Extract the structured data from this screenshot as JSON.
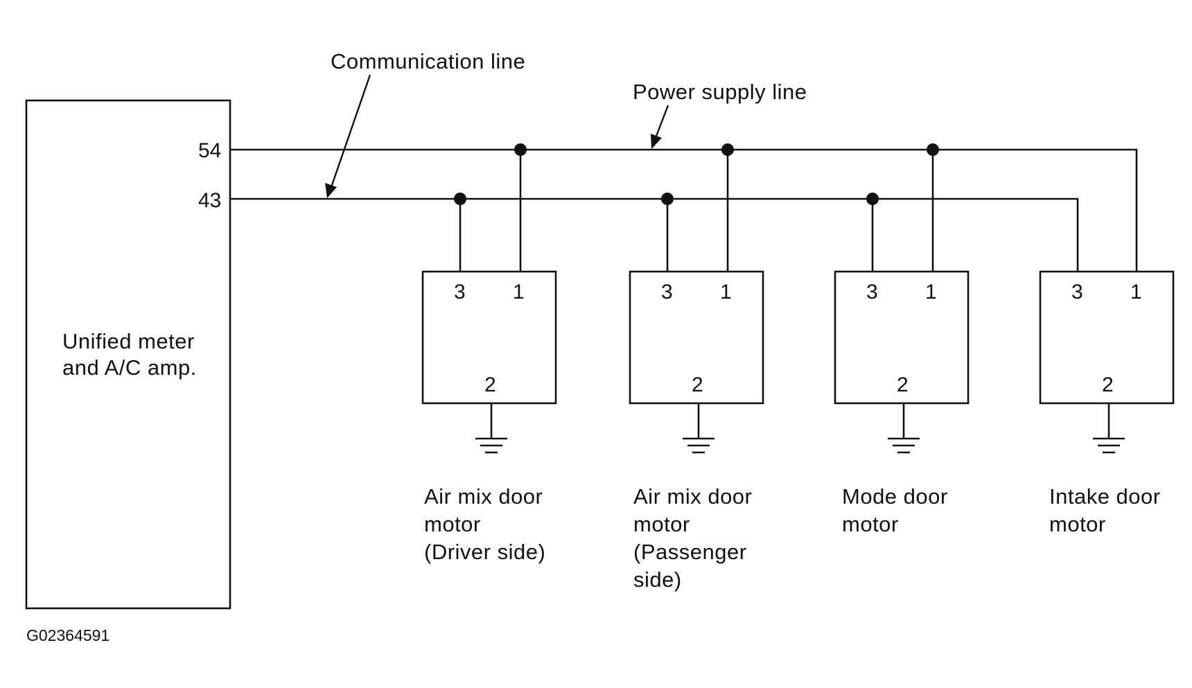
{
  "labels": {
    "communication_line": "Communication line",
    "power_supply_line": "Power supply line",
    "terminal_54": "54",
    "terminal_43": "43",
    "figure_code": "G02364591"
  },
  "amp": {
    "line1": "Unified meter",
    "line2": "and A/C amp."
  },
  "motors": [
    {
      "pins": [
        "3",
        "1",
        "2"
      ],
      "name_lines": [
        "Air mix door",
        "motor",
        "(Driver side)"
      ]
    },
    {
      "pins": [
        "3",
        "1",
        "2"
      ],
      "name_lines": [
        "Air mix door",
        "motor",
        "(Passenger",
        "side)"
      ]
    },
    {
      "pins": [
        "3",
        "1",
        "2"
      ],
      "name_lines": [
        "Mode door",
        "motor"
      ]
    },
    {
      "pins": [
        "3",
        "1",
        "2"
      ],
      "name_lines": [
        "Intake door",
        "motor"
      ]
    }
  ]
}
